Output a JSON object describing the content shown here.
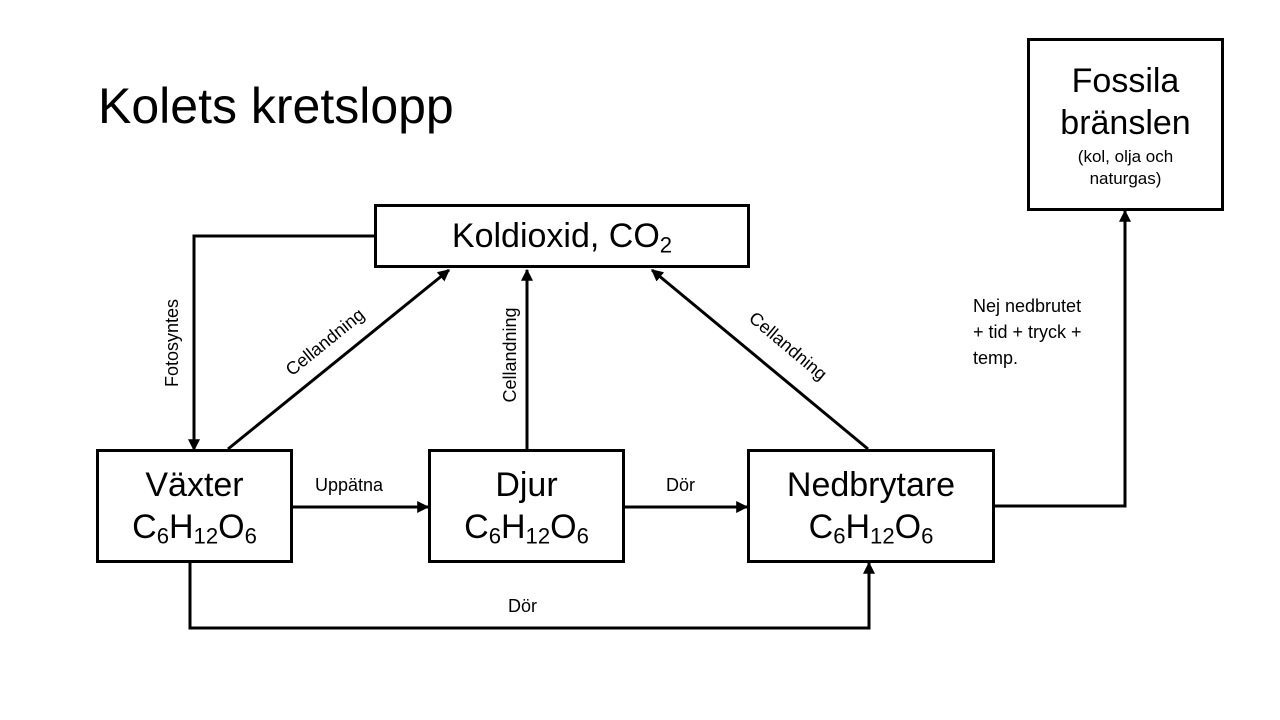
{
  "title": "Kolets kretslopp",
  "boxes": {
    "co2": {
      "text": "Koldioxid, CO",
      "sub": "2"
    },
    "plants": {
      "name": "Växter"
    },
    "animals": {
      "name": "Djur"
    },
    "decomposers": {
      "name": "Nedbrytare"
    },
    "fossil": {
      "line1": "Fossila",
      "line2": "bränslen",
      "detail1": "(kol, olja och",
      "detail2": "naturgas)"
    }
  },
  "formula": {
    "c": "C",
    "c_sub": "6",
    "h": "H",
    "h_sub": "12",
    "o": "O",
    "o_sub": "6"
  },
  "labels": {
    "photosynthesis": "Fotosyntes",
    "respiration_plants": "Cellandning",
    "respiration_animals": "Cellandning",
    "respiration_decomposers": "Cellandning",
    "eaten": "Uppätna",
    "dies_animals": "Dör",
    "dies_plants": "Dör"
  },
  "note": {
    "line1": "Nej nedbrutet",
    "line2": "+ tid + tryck +",
    "line3": "temp."
  }
}
